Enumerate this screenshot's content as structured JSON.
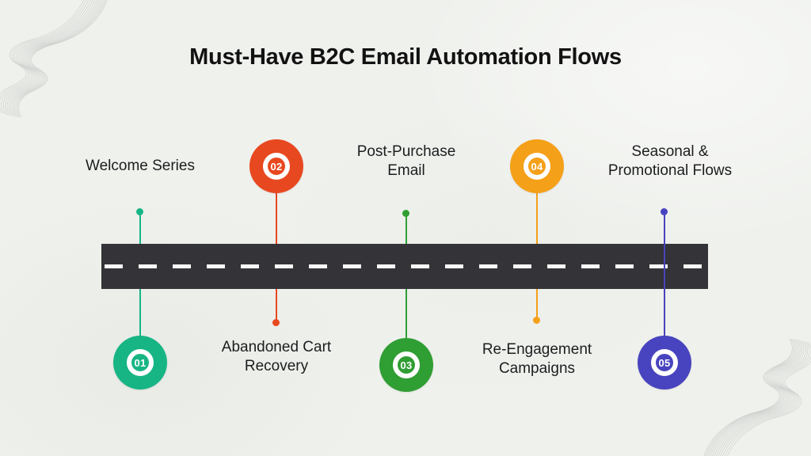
{
  "title": "Must-Have B2C Email Automation Flows",
  "canvas": {
    "background": "#EFF1ED",
    "road_color": "#343337",
    "dash_color": "#F8F8F8",
    "text_color": "#1D1D1F",
    "wave_color": "#B9BDB9"
  },
  "steps": [
    {
      "number": "01",
      "label": "Welcome Series",
      "color": "#17B584",
      "circle_side": "below-road",
      "label_side": "above-road"
    },
    {
      "number": "02",
      "label": "Abandoned Cart Recovery",
      "color": "#E8481F",
      "circle_side": "above-road",
      "label_side": "below-road"
    },
    {
      "number": "03",
      "label": "Post-Purchase Email",
      "color": "#2F9E33",
      "circle_side": "below-road",
      "label_side": "above-road"
    },
    {
      "number": "04",
      "label": "Re-Engagement Campaigns",
      "color": "#F5A019",
      "circle_side": "above-road",
      "label_side": "below-road"
    },
    {
      "number": "05",
      "label": "Seasonal & Promotional Flows",
      "color": "#4843BE",
      "circle_side": "below-road",
      "label_side": "above-road"
    }
  ]
}
